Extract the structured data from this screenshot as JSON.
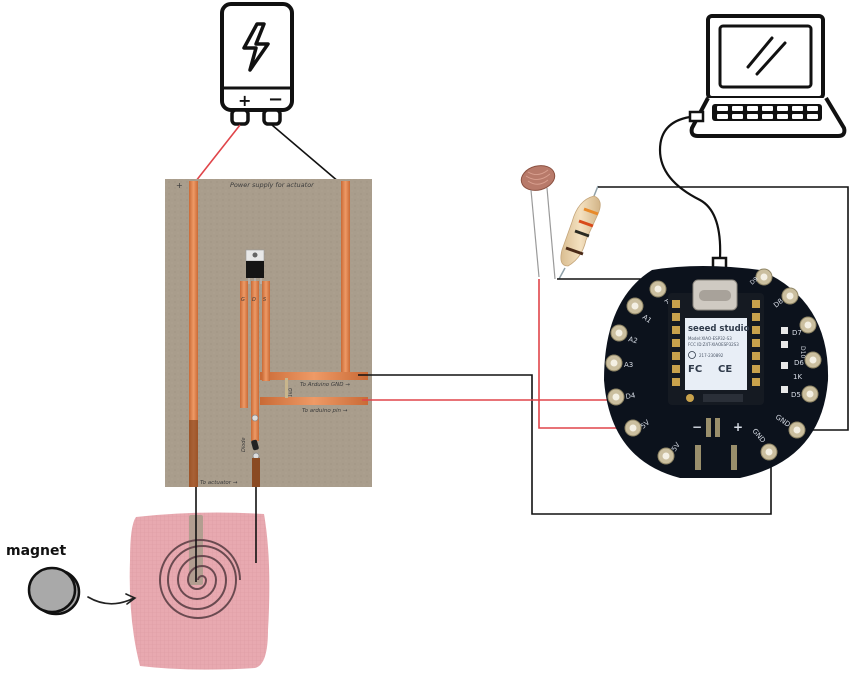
{
  "diagram": {
    "title": "Cardboard actuator circuit with ESP32 and light sensor",
    "labels": {
      "magnet": "magnet",
      "power_supply_for_actuator": "Power supply for actuator",
      "to_arduino_gnd": "To Arduino GND →",
      "to_arduino_pin": "To arduino pin →",
      "to_actuator": "To actuator →",
      "diode": "Diode",
      "resistor_on_board": "1kΩ",
      "plus_mark": "+",
      "mosfet_pins": [
        "G",
        "D",
        "S"
      ]
    },
    "battery": {
      "icon": "battery-bolt-icon",
      "terminals": [
        "+",
        "−"
      ]
    },
    "laptop": {
      "icon": "laptop-icon",
      "connector": "usb-c-cable"
    },
    "microcontroller": {
      "brand": "seeed studio",
      "model": "Model:XIAO-ESP32-S3",
      "fcc": "FCC ID:Z4T-XIAOESP32S3",
      "cert": "217-230892",
      "fc_mark": "FC",
      "ce_mark": "CE",
      "pins_left": [
        "A0",
        "A1",
        "A2",
        "A3",
        "D4",
        "5V",
        "5V"
      ],
      "pins_right": [
        "D9",
        "D8",
        "D7",
        "D6",
        "D5",
        "GND",
        "GND"
      ],
      "board_labels": [
        "D10",
        "1K"
      ],
      "battery_pads": [
        "−",
        "+"
      ]
    },
    "components": {
      "photoresistor": "photoresistor",
      "resistor": "resistor",
      "coil": "spiral coil actuator"
    },
    "colors": {
      "wire_red": "#e0454a",
      "wire_black": "#111111",
      "cardboard": "#a89c8b",
      "copper": "#e0884f",
      "pcb": "#0c121c",
      "coil_bg": "#e7a7ae",
      "coil": "#6a4a50",
      "magnet": "#a9a9a9"
    }
  }
}
